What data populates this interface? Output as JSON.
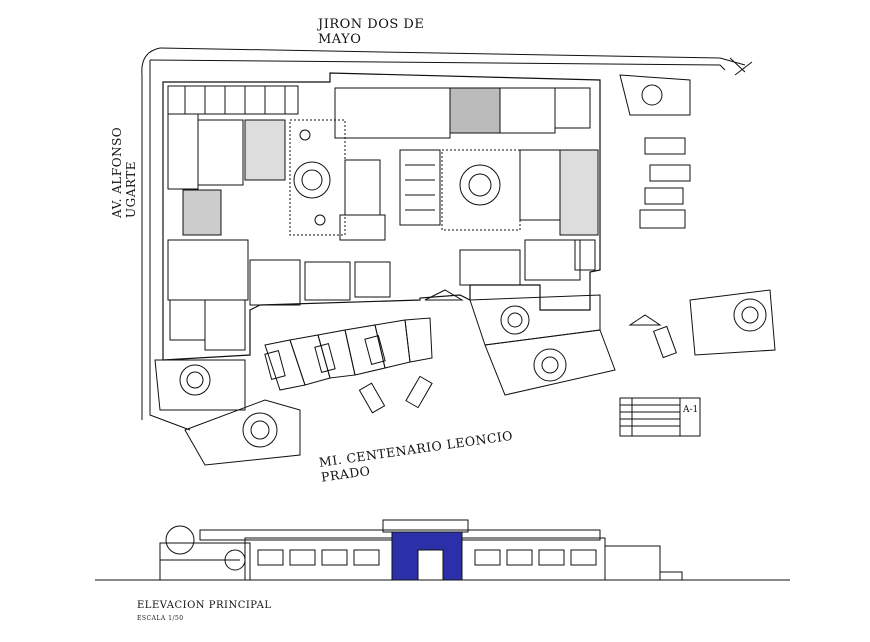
{
  "streets": {
    "north_line1": "JIRON DOS DE",
    "north_line2": "MAYO",
    "west_line1": "AV. ALFONSO",
    "west_line2": "UGARTE",
    "south_line1": "MI. CENTENARIO LEONCIO",
    "south_line2": "PRADO"
  },
  "elevation": {
    "title": "ELEVACION PRINCIPAL",
    "scale": "ESCALA 1/50"
  },
  "title_block": {
    "sheet": "A-1"
  },
  "colors": {
    "line": "#111111",
    "facade_glass": "#2b2fa8"
  }
}
